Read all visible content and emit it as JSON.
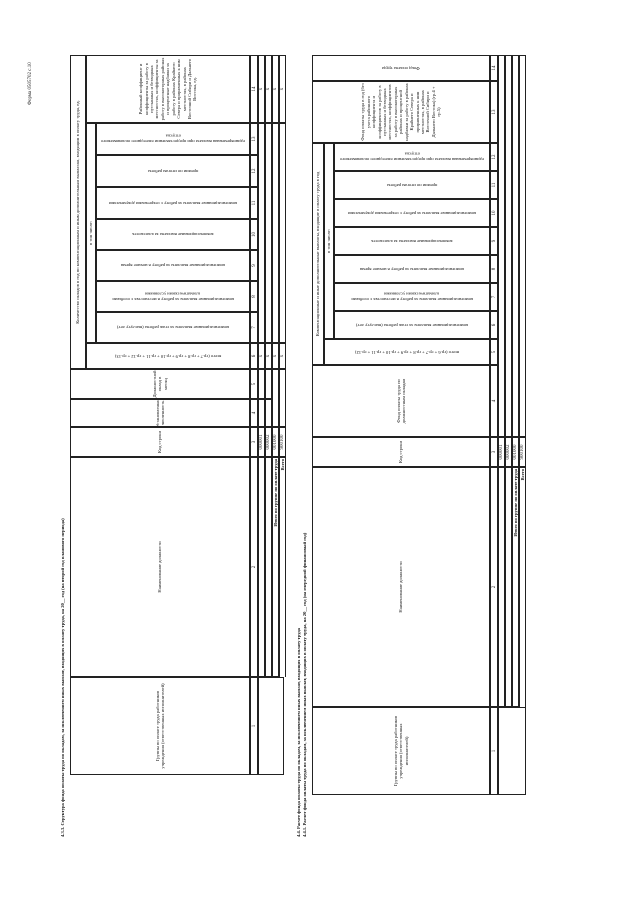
{
  "form_code": "Форма 0505702 с.10",
  "table_433": {
    "title": "4.3.3. Структура фонда оплаты труда по окладам, за исключением иных выплат, входящих в оплату труда, на 20__ год (на второй год планового периода)",
    "headers": {
      "group": "Группы по оплате труда работников учреждения (ответственных исполнителей)",
      "position": "Наименование должности",
      "code": "Код строки",
      "staff": "Установленная численность",
      "salary": "Должностной оклад в месяц",
      "allowances_group": "Количество окладов в год по компенсационным и иным дополнительным выплатам, входящим в оплату труда, ед.",
      "total": "всего (гр.7 + гр.8 + гр.9 + гр.10 + гр.11 + гр.12 + гр.13)",
      "including": "в том числе:",
      "c7": "компенсационные выплаты за стаж работы (выслугу лет)",
      "c8": "компенсационные выплаты за работу в местностях с особыми климатическими условиями",
      "c9": "компенсационные выплаты за работу в ночное время",
      "c10": "компенсационные выплаты за классность",
      "c11": "компенсационные выплаты за работу с секретными документами",
      "c12": "премии по итогам работы",
      "c13": "единовременная выплата при предоставлении ежегодного оплачиваемого отпуска",
      "c14": "Районный коэффициент и коэффициенты за работу в пустынных и безводных местностях, коэффициенты за работу в высокогорных районах и процентные надбавки за работу в районах Крайнего Севера и приравненных к ним местностях, в районах Восточной Сибири и Дальнего Востока, ед."
    },
    "col_numbers": [
      "1",
      "2",
      "3",
      "4",
      "5",
      "6",
      "7",
      "8",
      "9",
      "10",
      "11",
      "12",
      "13",
      "14"
    ],
    "rows": [
      {
        "code": "000001",
        "x": [
          "",
          "",
          "",
          "",
          "",
          "",
          "",
          "",
          "",
          "x"
        ]
      },
      {
        "code": "000002",
        "x": [
          "",
          "",
          "",
          "",
          "",
          "",
          "",
          "",
          "",
          "x"
        ]
      }
    ],
    "subtotal_label": "Итого по группе по оплате труда",
    "subtotal_code": "001000",
    "total_label": "Всего",
    "total_code": "900100",
    "x_mark": "x"
  },
  "section_44": {
    "title": "4.4. Расчет фонда оплаты труда по окладам, за исключением иных выплат, входящих в оплату труда",
    "subtitle": "4.4.1. Расчет фонда оплаты труда по окладам, за исключением иных выплат, входящих в оплату труда, на 20__ год (на очередной финансовый год)"
  },
  "table_441": {
    "headers": {
      "group": "Группы по оплате труда работников учреждения (ответственных исполнителей)",
      "position": "Наименование должности",
      "code": "Код строки",
      "fund": "Фонд оплаты труда по должностным окладам",
      "allowances_group": "Компенсационные и иные дополнительные выплаты, входящие в оплату труда в год",
      "total": "всего (гр.6 + гр.7 + гр.8 + гр.9 + гр.10 + гр.11 + гр.12)",
      "including": "в том числе:",
      "c6": "компенсационные выплаты за стаж работы (выслугу лет)",
      "c7": "компенсационные выплаты за работу в местностях с особыми климатическими условиями",
      "c8": "компенсационные выплаты за работу в ночное время",
      "c9": "компенсационные выплаты за классность",
      "c10": "компенсационные выплаты за работу с секретными документами",
      "c11": "премии по итогам работы",
      "c12": "единовременная выплата при предоставлении ежегодного оплачиваемого отпуска",
      "c13": "Фонд оплаты труда в год (без учета районного коэффициента и коэффициентов за работу в пустынных и безводных местностях, коэффициентов за работу в высокогорных районах и процентной надбавки за работу в районах Крайнего Севера и приравненных к ним местностях, в районах Восточной Сибири и Дальнего Востока) (гр.4 + гр.5)",
      "c14": "Фонд оплаты труда"
    },
    "col_numbers": [
      "1",
      "2",
      "3",
      "4",
      "5",
      "6",
      "7",
      "8",
      "9",
      "10",
      "11",
      "12",
      "13",
      "14"
    ],
    "rows": [
      {
        "code": "000001"
      },
      {
        "code": "000002"
      }
    ],
    "subtotal_label": "Итого по группе по оплате труда",
    "subtotal_code": "001000",
    "total_label": "Всего",
    "total_code": "900100"
  }
}
